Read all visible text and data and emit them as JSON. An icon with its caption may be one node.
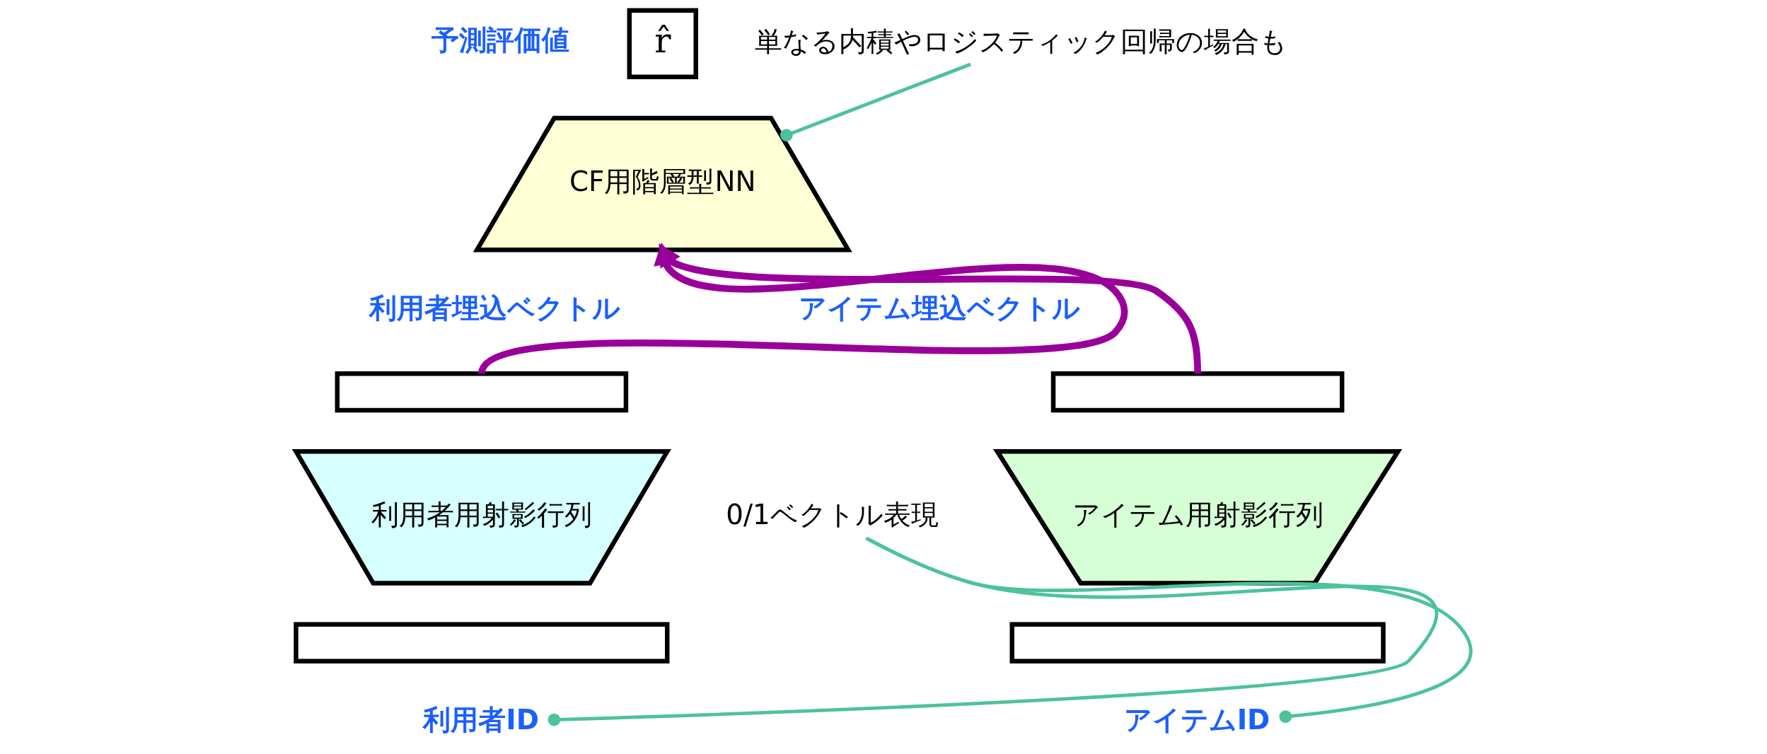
{
  "diagram": {
    "nodes": [
      {
        "text": [
          "r̂"
        ],
        "beside": [
          "予測評価値"
        ]
      },
      {
        "text": [
          "単なる内積やロジスティック回帰の場合も"
        ]
      },
      {
        "text": [
          "CF用階層型NN"
        ]
      },
      {
        "text": [],
        "shape": "bar",
        "beside": [
          "利用者埋込ベクトル"
        ]
      },
      {
        "text": [],
        "shape": "bar",
        "beside": [
          "アイテム埋込ベクトル"
        ]
      },
      {
        "text": [
          "利用者用射影行列"
        ]
      },
      {
        "text": [
          "アイテム用射影行列"
        ]
      },
      {
        "text": [
          "0/1ベクトル表現"
        ]
      },
      {
        "text": [],
        "shape": "bar"
      },
      {
        "text": [],
        "shape": "bar"
      },
      {
        "text": [
          "利用者ID"
        ]
      },
      {
        "text": [
          "アイテムID"
        ]
      }
    ],
    "edges": [
      {
        "from": 1,
        "to": 2,
        "arrow": "other",
        "color": "#4cc29e"
      },
      {
        "from": 3,
        "to": 2,
        "arrow": "to",
        "style": "thick",
        "color": "#990099"
      },
      {
        "from": 4,
        "to": 2,
        "arrow": "to",
        "style": "thick",
        "color": "#990099"
      },
      {
        "from": 7,
        "to": 10,
        "arrow": "other",
        "color": "#4cc29e"
      },
      {
        "from": 7,
        "to": 11,
        "arrow": "other",
        "color": "#4cc29e"
      }
    ]
  }
}
